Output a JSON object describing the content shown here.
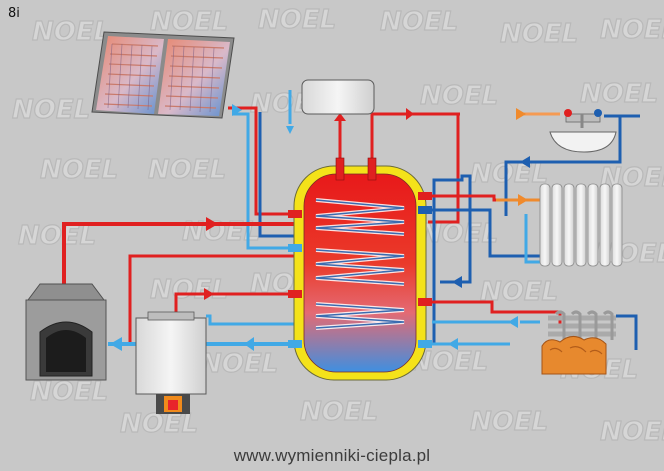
{
  "figure_label": "8i",
  "watermark_text": "NOEL",
  "footer_url": "www.wymienniki-ciepla.pl",
  "colors": {
    "background": "#c8c8c8",
    "hot_pipe": "#e02020",
    "cold_pipe": "#1e5fb0",
    "light_pipe": "#41a9e6",
    "orange_pipe": "#f08a2c",
    "tank_jacket": "#f4e21a"
  }
}
